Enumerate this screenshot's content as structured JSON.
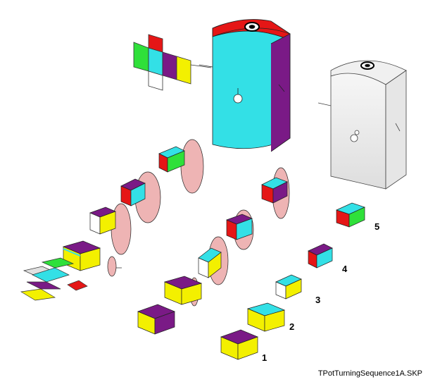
{
  "filename": "TPotTurningSequence1A.SKP",
  "step_labels": [
    "1",
    "2",
    "3",
    "4",
    "5"
  ],
  "colors": {
    "cyan": "#33e0e6",
    "purple": "#7a1a86",
    "yellow": "#f3f000",
    "red": "#e51616",
    "green": "#2fe03a",
    "white": "#ffffff",
    "gray": "#dcdcdc",
    "disc": "#e58c8c"
  }
}
